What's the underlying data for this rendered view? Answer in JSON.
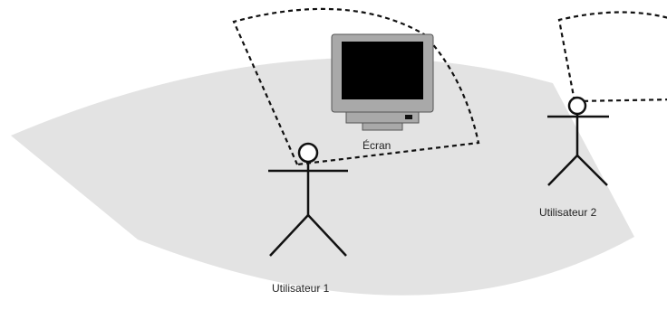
{
  "labels": {
    "screen": "Écran",
    "user1": "Utilisateur 1",
    "user2": "Utilisateur 2"
  },
  "colors": {
    "floor_area": "#e3e3e3",
    "stroke": "#111111",
    "monitor_body": "#a9a9a9",
    "monitor_screen": "#000000",
    "background": "#ffffff"
  },
  "icons": {
    "screen": "crt-monitor-icon",
    "user1": "stick-figure-icon",
    "user2": "stick-figure-icon"
  }
}
